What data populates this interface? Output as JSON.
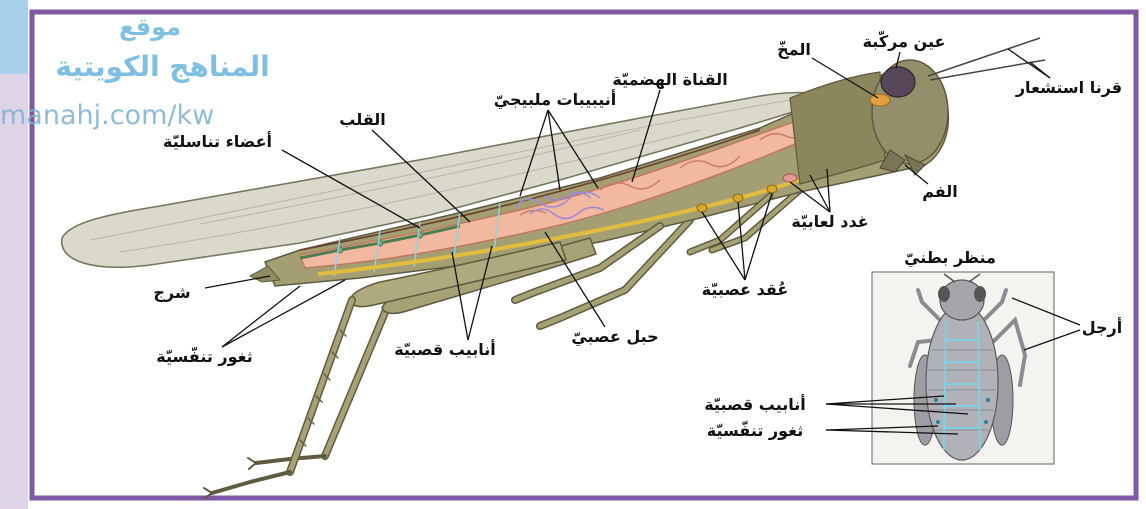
{
  "watermark": {
    "line1": "موقع",
    "line2": "المناهج الكويتية",
    "line3": "manahj.com/kw"
  },
  "labels": {
    "compound_eye": "عين مركّبة",
    "brain": "المخّ",
    "antennae": "قرنا استشعار",
    "digestive_canal": "القناة الهضميّة",
    "malpighian_tubules": "أنيبيبات ملبيجيّ",
    "heart": "القلب",
    "reproductive_organs": "أعضاء تناسليّة",
    "mouth": "الفم",
    "salivary_glands": "غدد لعابيّة",
    "anus": "شرج",
    "nerve_ganglia": "عُقد عصبيّة",
    "nerve_cord": "حبل عصبيّ",
    "tracheae": "أنابيب قصبيّة",
    "spiracles": "ثغور تنفّسيّة"
  },
  "inset": {
    "title": "منظر بطنيّ",
    "legs": "أرجل",
    "tracheae": "أنابيب قصبيّة",
    "spiracles": "ثغور تنفّسيّة"
  },
  "colors": {
    "frame": "#7e57a5",
    "watermark": "#6ab4e0",
    "label": "#111111"
  }
}
